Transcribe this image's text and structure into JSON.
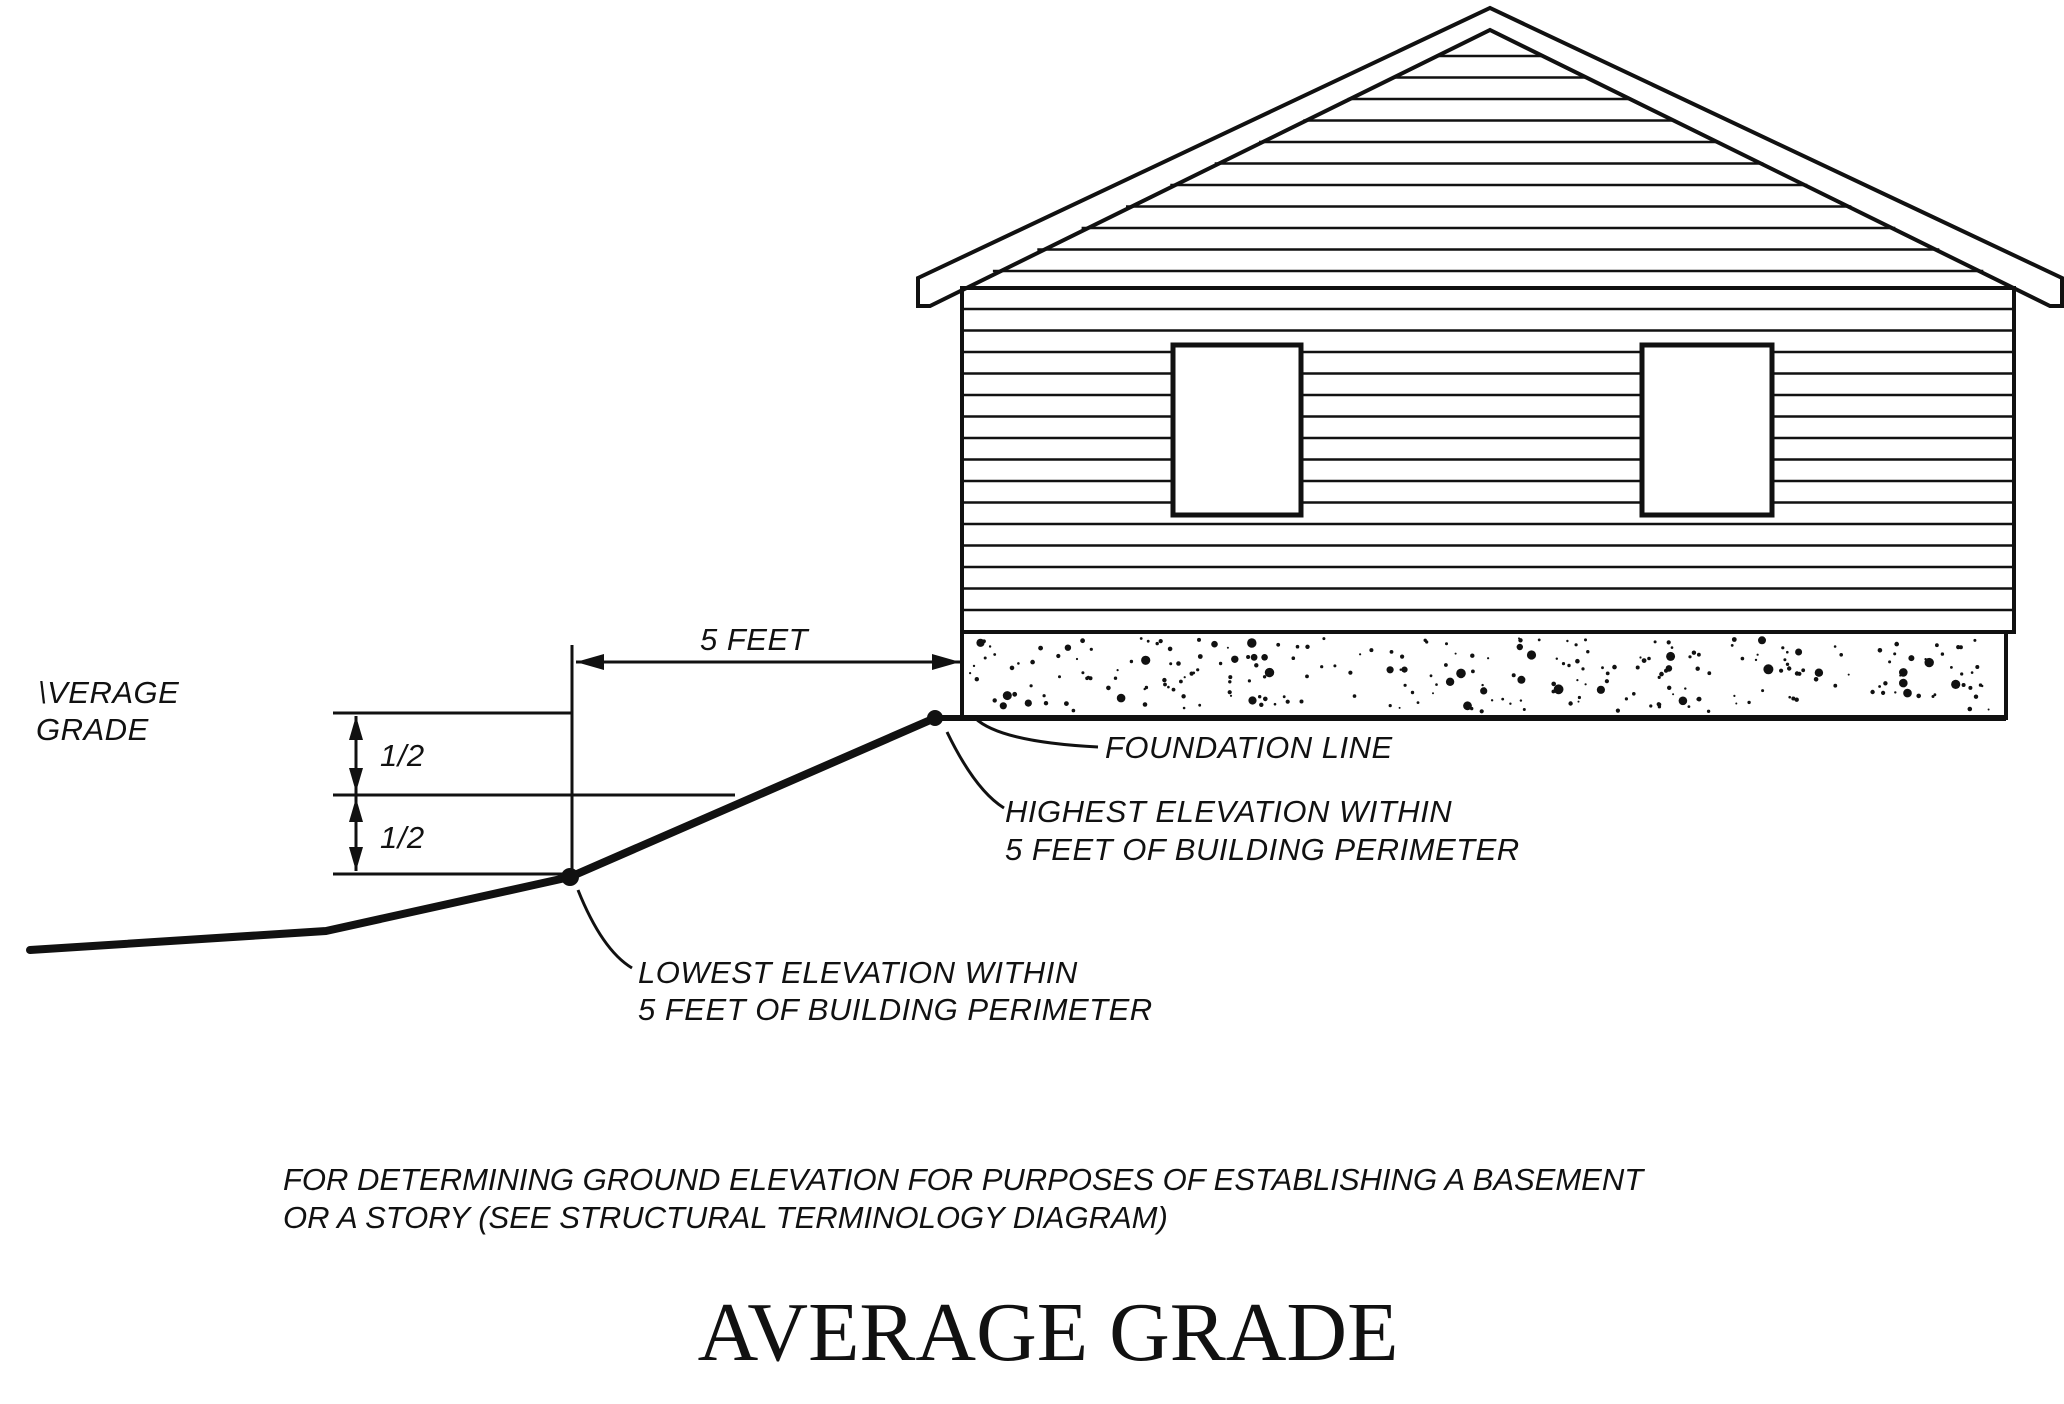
{
  "labels": {
    "average_grade_line1": "\\VERAGE",
    "average_grade_line2": "GRADE",
    "five_feet": "5 FEET",
    "half_upper": "1/2",
    "half_lower": "1/2",
    "foundation_line": "FOUNDATION LINE",
    "highest_line1": "HIGHEST ELEVATION WITHIN",
    "highest_line2": "5 FEET OF BUILDING PERIMETER",
    "lowest_line1": "LOWEST ELEVATION WITHIN",
    "lowest_line2": "5 FEET OF BUILDING PERIMETER"
  },
  "note": {
    "line1": "FOR DETERMINING GROUND ELEVATION FOR PURPOSES OF ESTABLISHING A BASEMENT",
    "line2": "OR A STORY (SEE STRUCTURAL TERMINOLOGY DIAGRAM)"
  },
  "title": "AVERAGE GRADE",
  "colors": {
    "ink": "#111111",
    "paper": "#ffffff"
  }
}
